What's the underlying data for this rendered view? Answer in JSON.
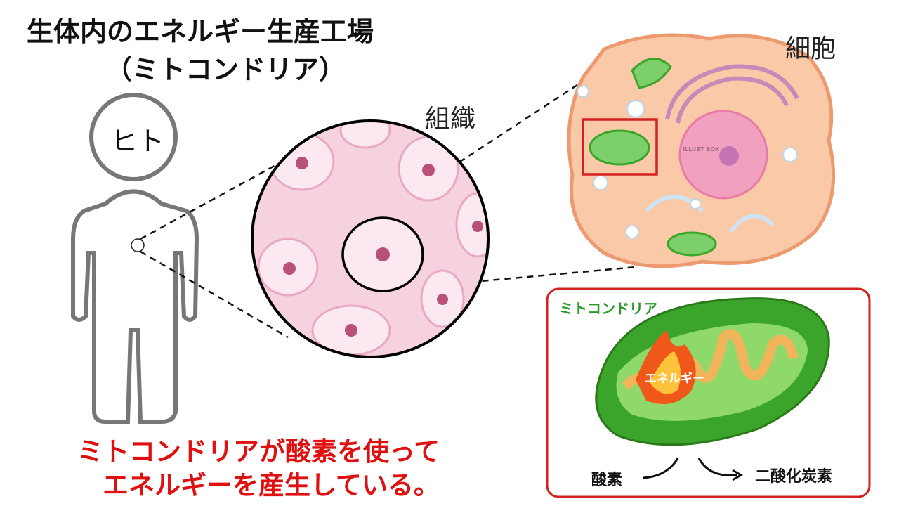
{
  "title": {
    "line1": "生体内のエネルギー生産工場",
    "line2": "（ミトコンドリア）"
  },
  "labels": {
    "human": "ヒト",
    "tissue": "組織",
    "cell": "細胞",
    "mitochondria": "ミトコンドリア",
    "energy": "エネルギー",
    "oxygen": "酸素",
    "carbon_dioxide": "二酸化炭素"
  },
  "watermark": "ILLUST BOX",
  "caption": {
    "line1": "ミトコンドリアが酸素を使って",
    "line2": "エネルギーを産生している。"
  },
  "colors": {
    "caption": "#e01010",
    "highlight_box": "#d42020",
    "mito_green": "#3aa52a"
  }
}
